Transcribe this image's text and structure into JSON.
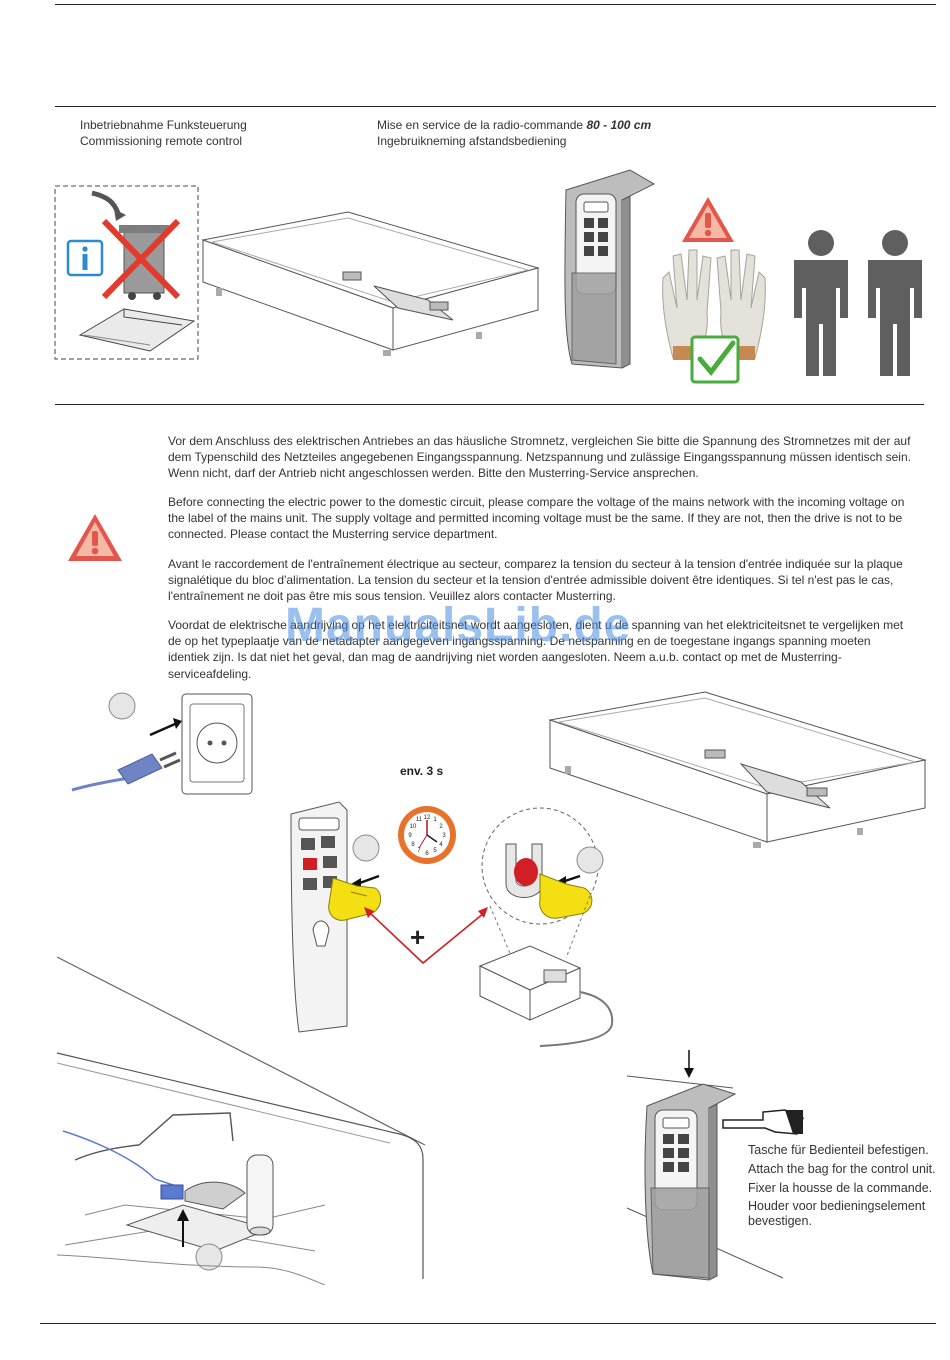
{
  "header": {
    "de": "Inbetriebnahme Funksteuerung",
    "en": "Commissioning remote control",
    "fr_prefix": "Mise en service de la radio-commande",
    "fr_size": "80 - 100 cm",
    "nl": "Ingebruikneming afstandsbediening"
  },
  "warning": {
    "de": "Vor dem Anschluss des elektrischen Antriebes an das häusliche Stromnetz, vergleichen Sie bitte die Spannung des Stromnetzes mit der auf dem Typenschild des Netzteiles angegebenen Eingangsspannung. Netzspannung und zulässige Eingangsspannung müssen identisch sein. Wenn nicht, darf der Antrieb nicht angeschlossen werden. Bitte den Musterring-Service ansprechen.",
    "en": "Before connecting the electric power to the domestic circuit, please compare the voltage of the mains network with the incoming voltage on the label of the mains unit. The supply voltage and permitted incoming voltage must be the same.  If they are not, then the drive is not to be connected. Please contact the Musterring service department.",
    "fr": "Avant le raccordement de l'entraînement électrique au secteur, comparez la tension du secteur à la tension d'entrée indiquée sur la plaque signalétique du bloc d'alimentation. La tension du secteur et la tension d'entrée admissible doivent être identiques. Si tel n'est pas le cas, l'entraînement ne doit pas être mis sous tension. Veuillez alors contacter Musterring.",
    "nl": "Voordat de elektrische aandrijving op het elektriciteitsnet wordt aangesloten, dient u de spanning van het elektriciteitsnet te vergelijken met de op het typeplaatje van de netadapter aangegeven ingangsspanning. De netspanning en de toegestane ingangs spanning moeten identiek zijn. Is dat niet het geval, dan mag de aandrijving niet worden aangesloten. Neem a.u.b. contact op met de Musterring-serviceafdeling."
  },
  "watermark": "ManualsLib.de",
  "timing_label": "env. 3 s",
  "plus_symbol": "+",
  "clock_numbers": [
    "12",
    "1",
    "2",
    "3",
    "4",
    "5",
    "6",
    "7",
    "8",
    "9",
    "10",
    "11"
  ],
  "bag_note": {
    "de": "Tasche für Bedienteil befestigen.",
    "en": "Attach the bag for the control unit.",
    "fr": "Fixer la housse de la commande.",
    "nl_1": "Houder voor bedieningselement",
    "nl_2": "bevestigen."
  },
  "colors": {
    "warning_red": "#e2564b",
    "warning_fill": "#f6b9a6",
    "info_blue": "#2a8ccf",
    "check_green": "#4aab3c",
    "highlight_red": "#d21f26",
    "hand_yellow": "#f3df12",
    "remote_grey": "#8c8c8c",
    "person_grey": "#5f5f5f",
    "watermark_blue": "#468ce1"
  },
  "icons": [
    "info-icon",
    "no-trash-icon",
    "open-book-icon",
    "warning-triangle-icon",
    "gloves-icon",
    "checkmark-icon",
    "person-icon",
    "clock-icon",
    "power-plug-icon",
    "pointing-hand-icon"
  ]
}
